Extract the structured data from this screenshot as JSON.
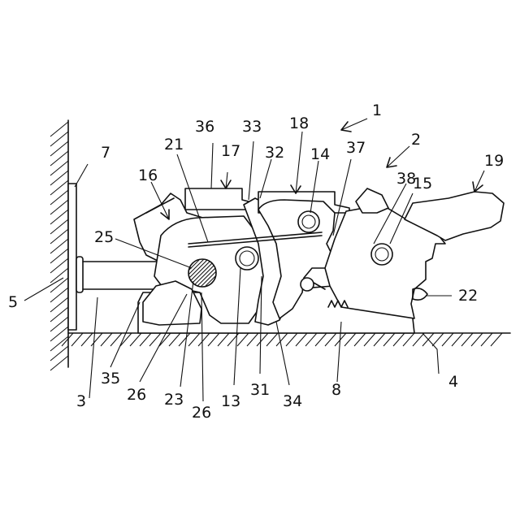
{
  "figure": {
    "colors": {
      "ink": "#111111",
      "background": "#ffffff"
    },
    "labels": {
      "n1": "1",
      "n2": "2",
      "n3": "3",
      "n4": "4",
      "n5": "5",
      "n7": "7",
      "n8": "8",
      "n13": "13",
      "n14": "14",
      "n15": "15",
      "n16": "16",
      "n17": "17",
      "n18": "18",
      "n19": "19",
      "n21": "21",
      "n22": "22",
      "n23": "23",
      "n25": "25",
      "n26a": "26",
      "n26b": "26",
      "n31": "31",
      "n32": "32",
      "n33": "33",
      "n34": "34",
      "n35": "35",
      "n36": "36",
      "n37": "37",
      "n38": "38"
    }
  }
}
